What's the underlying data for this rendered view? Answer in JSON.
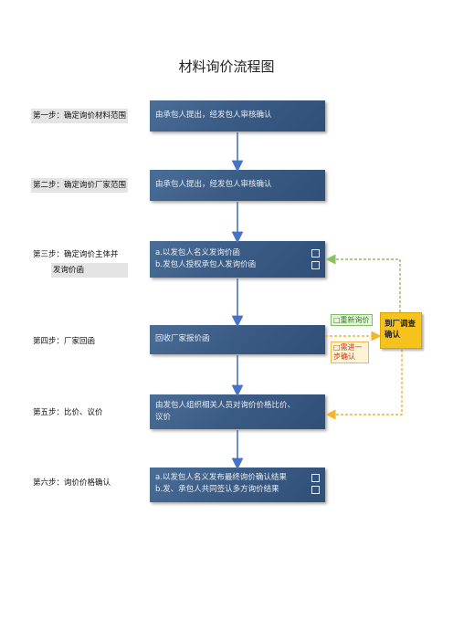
{
  "title": "材料询价流程图",
  "steps": [
    {
      "label": "第一步：确定询价材料范围",
      "box": [
        "由承包人提出，经发包人审核确认"
      ]
    },
    {
      "label": "第二步：确定询价厂家范围",
      "box": [
        "由承包人提出，经发包人审核确认"
      ]
    },
    {
      "label_line1": "第三步：确定询价主体并",
      "label_line2": "发询价函",
      "box": [
        "a.以发包人名义发询价函",
        "b.发包人授权承包人发询价函"
      ]
    },
    {
      "label": "第四步：厂家回函",
      "box": [
        "回收厂家报价函"
      ]
    },
    {
      "label": "第五步：比价、议价",
      "box": [
        "由发包人组织相关人员对询价价格比价、",
        "议价"
      ]
    },
    {
      "label": "第六步：询价价格确认",
      "box": [
        "a.以发包人名义发布最终询价确认结果",
        "b.发、承包人共同签认多方询价结果"
      ]
    }
  ],
  "side": {
    "factory_check": "到厂调查确认",
    "re_inquiry": "□重新询价",
    "further_confirm": "□需进一步确认"
  },
  "colors": {
    "box_blue": "#3b5c85",
    "arrow_blue": "#4a72c4",
    "side_yellow": "#f6c21c",
    "dash_green": "#8cc063",
    "dash_orange": "#f1b62a"
  }
}
